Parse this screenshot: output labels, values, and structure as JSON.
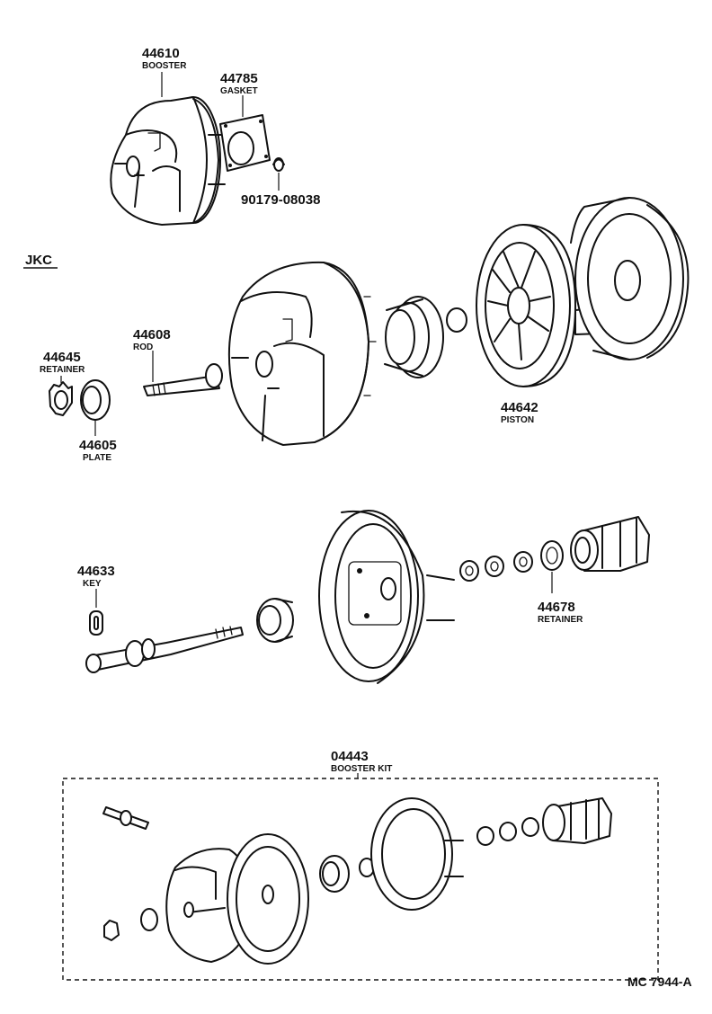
{
  "labels": {
    "p44610": {
      "number": "44610",
      "name": "BOOSTER"
    },
    "p44785": {
      "number": "44785",
      "name": "GASKET"
    },
    "p90179": {
      "number": "90179-08038"
    },
    "section": "JKC",
    "p44608": {
      "number": "44608",
      "name": "ROD"
    },
    "p44645": {
      "number": "44645",
      "name": "RETAINER"
    },
    "p44605": {
      "number": "44605",
      "name": "PLATE"
    },
    "p44642": {
      "number": "44642",
      "name": "PISTON"
    },
    "p44633": {
      "number": "44633",
      "name": "KEY"
    },
    "p44678": {
      "number": "44678",
      "name": "RETAINER"
    },
    "p04443": {
      "number": "04443",
      "name": "BOOSTER KIT"
    },
    "code": "MC 7944-A"
  }
}
